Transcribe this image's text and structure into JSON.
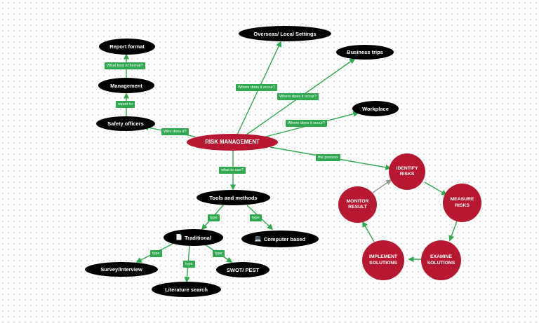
{
  "colors": {
    "node_dark": "#000000",
    "node_accent": "#b71731",
    "edge_label": "#2fa84f",
    "edge": "#2fa84f"
  },
  "nodes": {
    "risk_management": "RISK MANAGEMENT",
    "safety_officers": "Safety officers",
    "management": "Management",
    "report_format": "Report format",
    "overseas": "Overseas/ Local Settings",
    "business_trips": "Business trips",
    "workplace": "Workplace",
    "tools_methods": "Tools and methods",
    "traditional": "Traditional",
    "computer_based": "Computer based",
    "survey": "Survey/Interview",
    "literature": "Literature search",
    "swot": "SWOT/ PEST",
    "identify": "IDENTIFY RISKS",
    "measure": "MEASURE RISKS",
    "examine": "EXAMINE SOLUTIONS",
    "implement": "IMPLEMENT SOLUTIONS",
    "monitor": "MONITOR RESULT"
  },
  "icons": {
    "traditional": "document-icon",
    "computer_based": "laptop-icon"
  },
  "edge_labels": {
    "who_does_it": "Who does it?",
    "report_to": "report to",
    "what_kind_format": "What kind of format?",
    "where_occur_1": "Where does it occur?",
    "where_occur_2": "Where does it occur?",
    "where_occur_3": "Where does it occur?",
    "the_process": "the process",
    "what_to_use": "what to use?",
    "type_traditional": "type",
    "type_computer": "type",
    "type_survey": "type",
    "type_literature": "type",
    "type_swot": "type"
  }
}
